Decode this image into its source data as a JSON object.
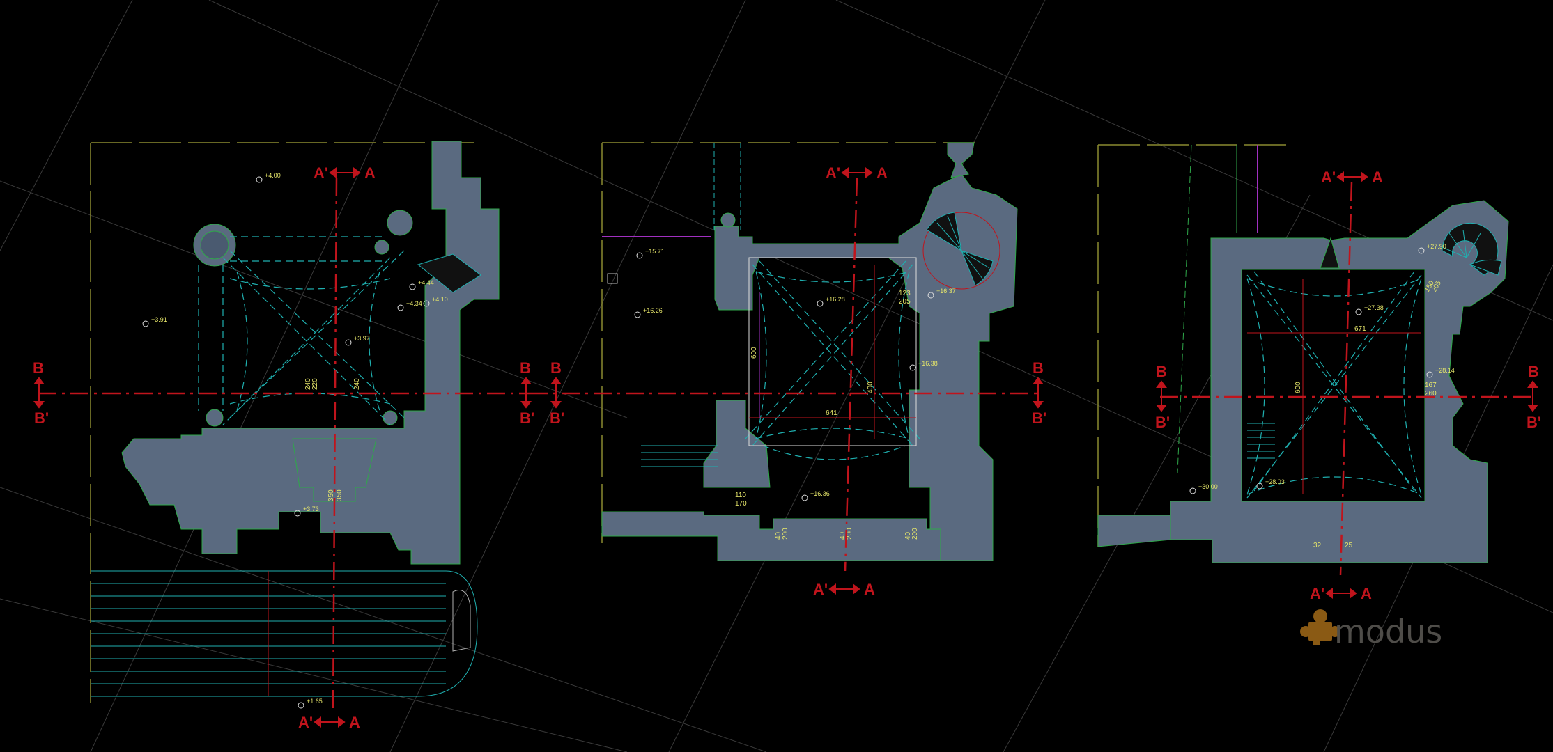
{
  "colors": {
    "background": "#000000",
    "wall_fill": "#5a6a80",
    "section_red": "#c0141c",
    "vault_cyan": "#1fb0b0",
    "text_yellow": "#e6e66a",
    "outline_green": "#2fa84a",
    "outline_olive": "#8a8a30",
    "magenta": "#a030c0",
    "logo_brown": "#8a5a14",
    "logo_gray": "#4f4d49"
  },
  "section_markers": {
    "a_prime": "A'",
    "a": "A",
    "b": "B",
    "b_prime": "B'"
  },
  "plans": [
    {
      "elevations": [
        "+4.00",
        "+3.91",
        "+3.97",
        "+4.44",
        "+4.34",
        "+4.10",
        "+3.73",
        "+1.65"
      ],
      "dimensions": [
        "350",
        "350",
        "240",
        "220",
        "240"
      ]
    },
    {
      "elevations": [
        "+15.71",
        "+16.26",
        "+16.28",
        "+16.37",
        "+16.38",
        "+16.36"
      ],
      "dimensions": [
        "600",
        "641",
        "400",
        "123",
        "205",
        "110",
        "170",
        "40",
        "200",
        "40",
        "200",
        "40",
        "200"
      ]
    },
    {
      "elevations": [
        "+27.90",
        "+27.38",
        "+28.14",
        "+30.00",
        "+28.03"
      ],
      "dimensions": [
        "671",
        "600",
        "167",
        "260",
        "150",
        "205",
        "32",
        "25"
      ]
    }
  ],
  "logo": {
    "text": "modus",
    "icon": "puzzle-piece-icon"
  }
}
